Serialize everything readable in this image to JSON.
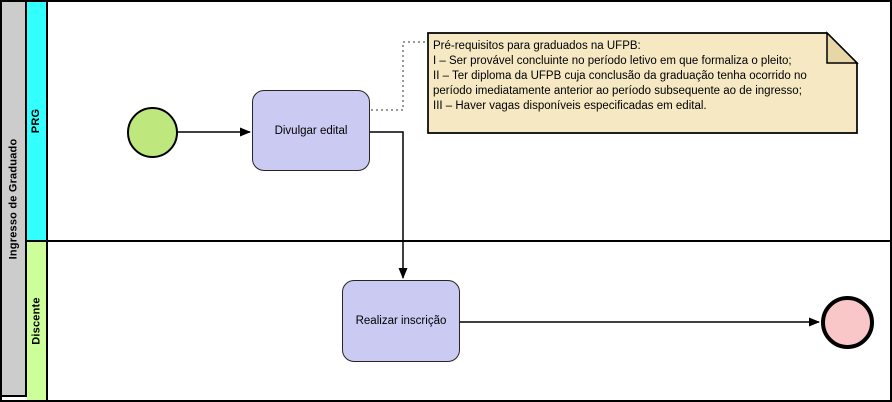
{
  "pool": {
    "label": "Ingresso de Graduado",
    "header_color": "#cccccc"
  },
  "lanes": [
    {
      "label": "PRG",
      "color": "#33ffff"
    },
    {
      "label": "Discente",
      "color": "#ccff99"
    }
  ],
  "tasks": [
    {
      "label": "Divulgar edital",
      "fill": "#cacaf2"
    },
    {
      "label": "Realizar inscrição",
      "fill": "#cacaf2"
    }
  ],
  "events": [
    {
      "type": "start",
      "fill": "#bee87e"
    },
    {
      "type": "end",
      "fill": "#f9c7c7"
    }
  ],
  "annotation": {
    "fill": "#f5e8c3",
    "fold_fill": "#e8d7a6",
    "lines": [
      "Pré-requisitos para graduados na UFPB:",
      "I – Ser provável concluinte no período letivo em que formaliza o pleito;",
      "II – Ter diploma da UFPB cuja conclusão da graduação tenha ocorrido no",
      "período imediatamente anterior ao período subsequente ao de ingresso;",
      "III – Haver vagas disponíveis especificadas em edital."
    ]
  }
}
